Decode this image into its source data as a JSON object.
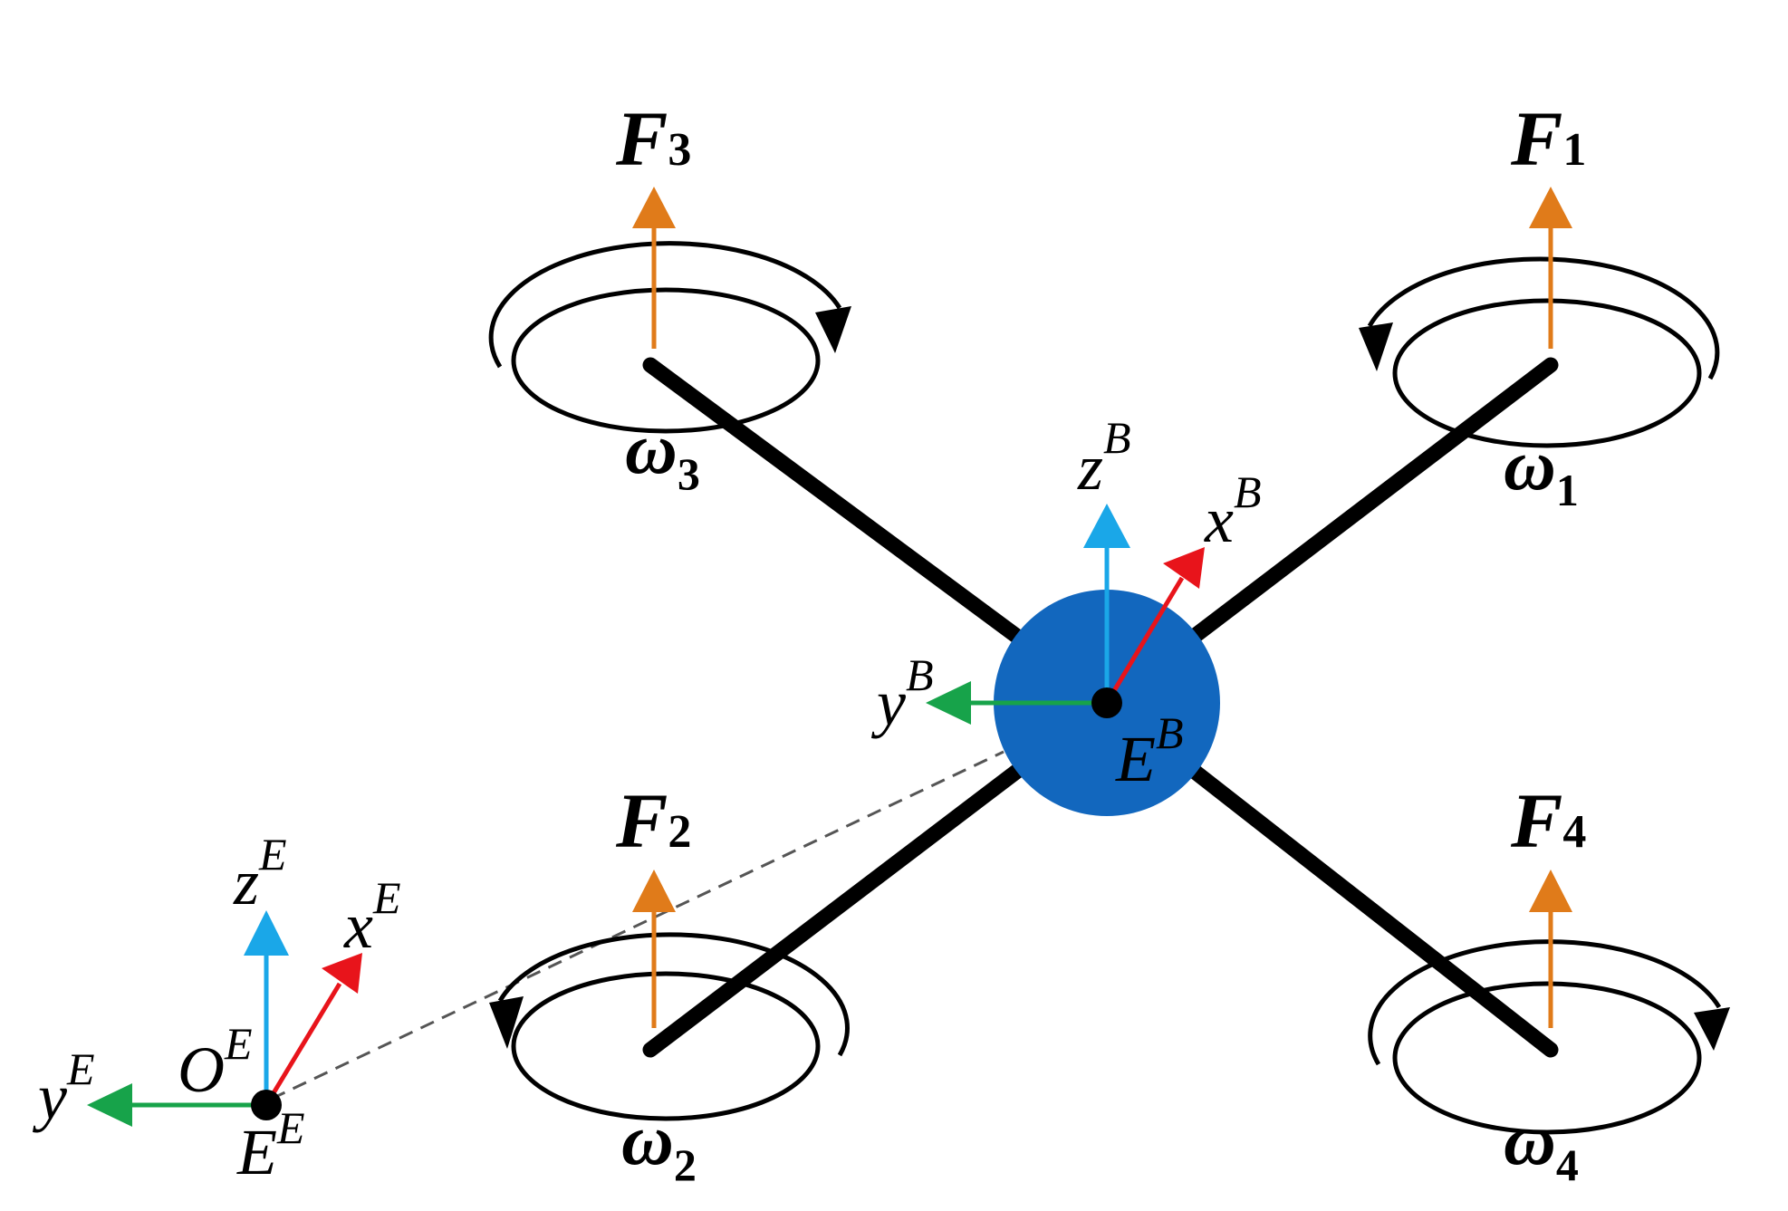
{
  "colors": {
    "thrust": "#E07B1A",
    "z_axis": "#1AA7E8",
    "x_axis": "#E8141B",
    "y_axis": "#17A34A",
    "body": "#1267BE",
    "arm": "#000000",
    "link": "#555555"
  },
  "rotors": [
    {
      "force_base": "F",
      "force_sub": "1",
      "omega_base": "ω",
      "omega_sub": "1",
      "spin": "counterclockwise"
    },
    {
      "force_base": "F",
      "force_sub": "2",
      "omega_base": "ω",
      "omega_sub": "2",
      "spin": "counterclockwise"
    },
    {
      "force_base": "F",
      "force_sub": "3",
      "omega_base": "ω",
      "omega_sub": "3",
      "spin": "clockwise"
    },
    {
      "force_base": "F",
      "force_sub": "4",
      "omega_base": "ω",
      "omega_sub": "4",
      "spin": "clockwise"
    }
  ],
  "body_frame": {
    "z": {
      "base": "z",
      "sup": "B"
    },
    "x": {
      "base": "x",
      "sup": "B"
    },
    "y": {
      "base": "y",
      "sup": "B"
    },
    "origin": {
      "base": "E",
      "sup": "B"
    }
  },
  "earth_frame": {
    "z": {
      "base": "z",
      "sup": "E"
    },
    "x": {
      "base": "x",
      "sup": "E"
    },
    "y": {
      "base": "y",
      "sup": "E"
    },
    "origin": {
      "base": "O",
      "sup": "E"
    },
    "point": {
      "base": "E",
      "sup": "E"
    }
  }
}
